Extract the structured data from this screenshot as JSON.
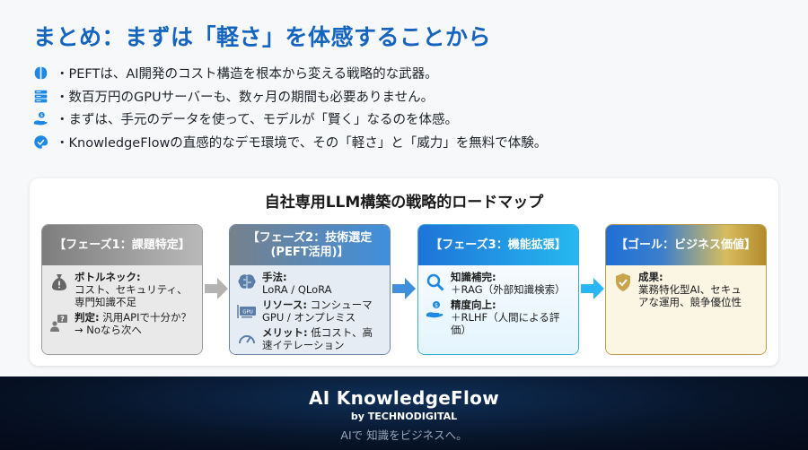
{
  "title": "まとめ：まずは「軽さ」を体感することから",
  "bullets": [
    {
      "icon": "brain-icon",
      "text": "・PEFTは、AI開発のコスト構造を根本から変える戦略的な武器。"
    },
    {
      "icon": "server-icon",
      "text": "・数百万円のGPUサーバーも、数ヶ月の期間も必要ありません。"
    },
    {
      "icon": "hand-coin-icon",
      "text": "・まずは、手元のデータを使って、モデルが「賢く」なるのを体感。"
    },
    {
      "icon": "palette-check-icon",
      "text": "・KnowledgeFlowの直感的なデモ環境で、その「軽さ」と「威力」を無料で体験。"
    }
  ],
  "roadmap": {
    "title": "自社専用LLM構築の戦略的ロードマップ",
    "phases": [
      {
        "header": "【フェーズ1：課題特定】",
        "items": [
          {
            "icon": "money-bag-warning-icon",
            "label": "ボトルネック:",
            "text": "コスト、セキュリティ、専門知識不足"
          },
          {
            "icon": "person-question-icon",
            "label": "判定:",
            "text": " 汎用APIで十分か？ → Noなら次へ"
          }
        ]
      },
      {
        "header": "【フェーズ2：技術選定 (PEFT活用)】",
        "items": [
          {
            "icon": "brain-icon",
            "label": "手法:",
            "text": "LoRA / QLoRA"
          },
          {
            "icon": "gpu-icon",
            "label": "リソース:",
            "text": " コンシューマGPU / オンプレミス"
          },
          {
            "icon": "speedometer-icon",
            "label": "メリット:",
            "text": " 低コスト、高速イテレーション"
          }
        ]
      },
      {
        "header": "【フェーズ3：機能拡張】",
        "items": [
          {
            "icon": "search-icon",
            "label": "知識補完:",
            "text": "＋RAG（外部知識検索）"
          },
          {
            "icon": "hand-coin-icon",
            "label": "精度向上:",
            "text": "＋RLHF（人間による評価）"
          }
        ]
      },
      {
        "header": "【ゴール：ビジネス価値】",
        "items": [
          {
            "icon": "shield-check-icon",
            "label": "成果:",
            "text": "業務特化型AI、セキュアな運用、競争優位性"
          }
        ]
      }
    ]
  },
  "footer": {
    "brand": "AI KnowledgeFlow",
    "by": "by TECHNODIGITAL",
    "tagline": "AIで 知識をビジネスへ。"
  },
  "colors": {
    "title": "#1565c0",
    "icon_blue": "#1e88e5",
    "phase1": "#8c8c8c",
    "phase2": "#3f8fdc",
    "phase3": "#1e90e8",
    "goal_gold": "#c9a44a",
    "footer_bg": "#071327"
  }
}
